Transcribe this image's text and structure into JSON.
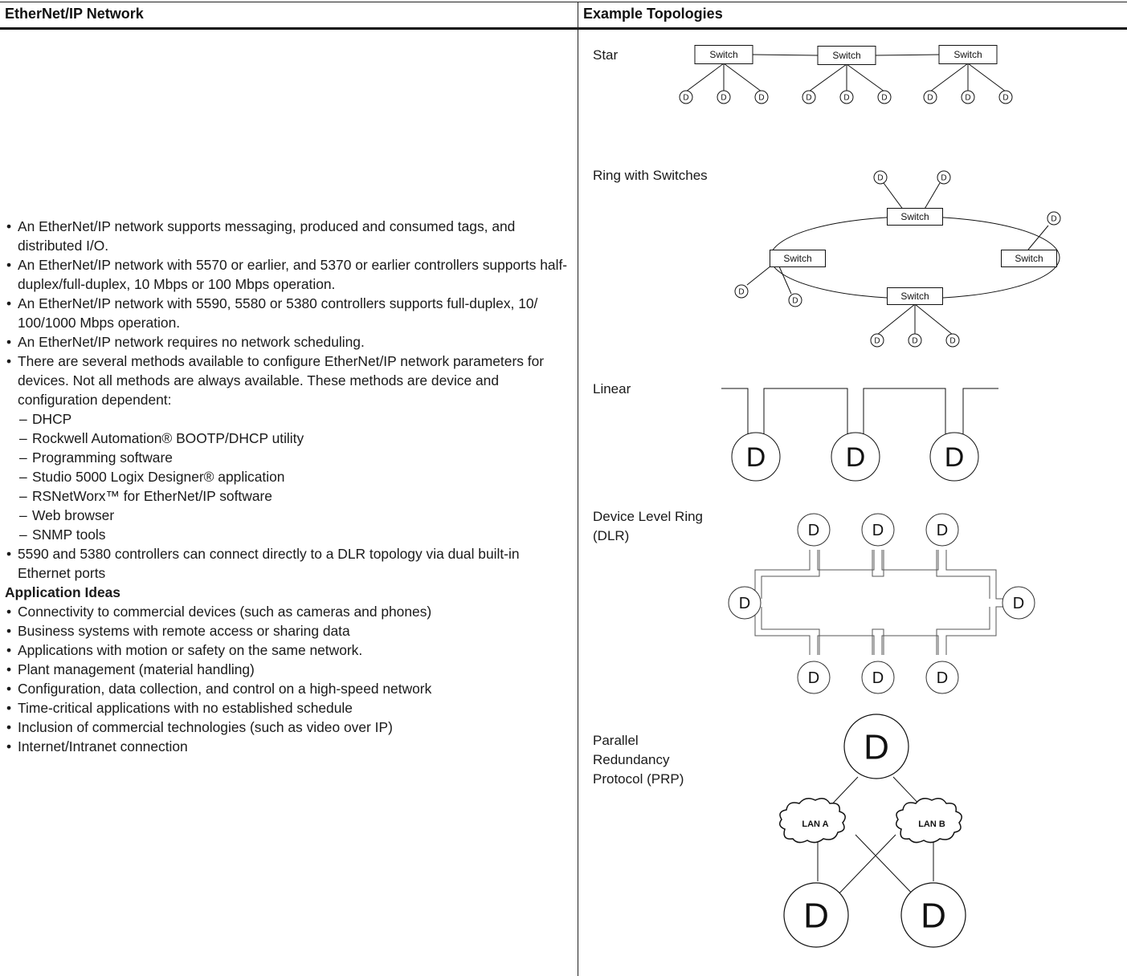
{
  "headers": {
    "left": "EtherNet/IP Network",
    "right": "Example Topologies"
  },
  "left_column": {
    "bullets": [
      "An EtherNet/IP network supports messaging, produced and consumed tags, and distributed I/O.",
      "An EtherNet/IP network with 5570 or earlier, and 5370 or earlier controllers supports half-duplex/full-duplex, 10 Mbps or 100 Mbps operation.",
      "An EtherNet/IP network with 5590, 5580 or 5380 controllers supports full-duplex, 10/ 100/1000 Mbps operation.",
      "An EtherNet/IP network requires no network scheduling.",
      "There are several methods available to configure EtherNet/IP network parameters for devices. Not all methods are always available. These methods are device and configuration dependent:"
    ],
    "methods": [
      "DHCP",
      "Rockwell Automation® BOOTP/DHCP utility",
      "Programming software",
      "Studio 5000 Logix Designer® application",
      "RSNetWorx™ for EtherNet/IP software",
      "Web browser",
      "SNMP tools"
    ],
    "last_bullet": "5590 and 5380 controllers can connect directly to a DLR topology via dual built-in Ethernet ports",
    "application_heading": "Application Ideas",
    "application_ideas": [
      "Connectivity to commercial devices (such as cameras and phones)",
      "Business systems with remote access or sharing data",
      "Applications with motion or safety on the same network.",
      "Plant management (material handling)",
      "Configuration, data collection, and control on a high-speed network",
      "Time-critical applications with no established schedule",
      "Inclusion of commercial technologies (such as video over IP)",
      "Internet/Intranet connection"
    ]
  },
  "topologies": {
    "star_label": "Star",
    "ring_label": "Ring with Switches",
    "linear_label": "Linear",
    "dlr_label": "Device Level Ring (DLR)",
    "prp_label": "Parallel Redundancy Protocol (PRP)",
    "switch_text": "Switch",
    "device_text": "D",
    "lan_a": "LAN A",
    "lan_b": "LAN B"
  }
}
